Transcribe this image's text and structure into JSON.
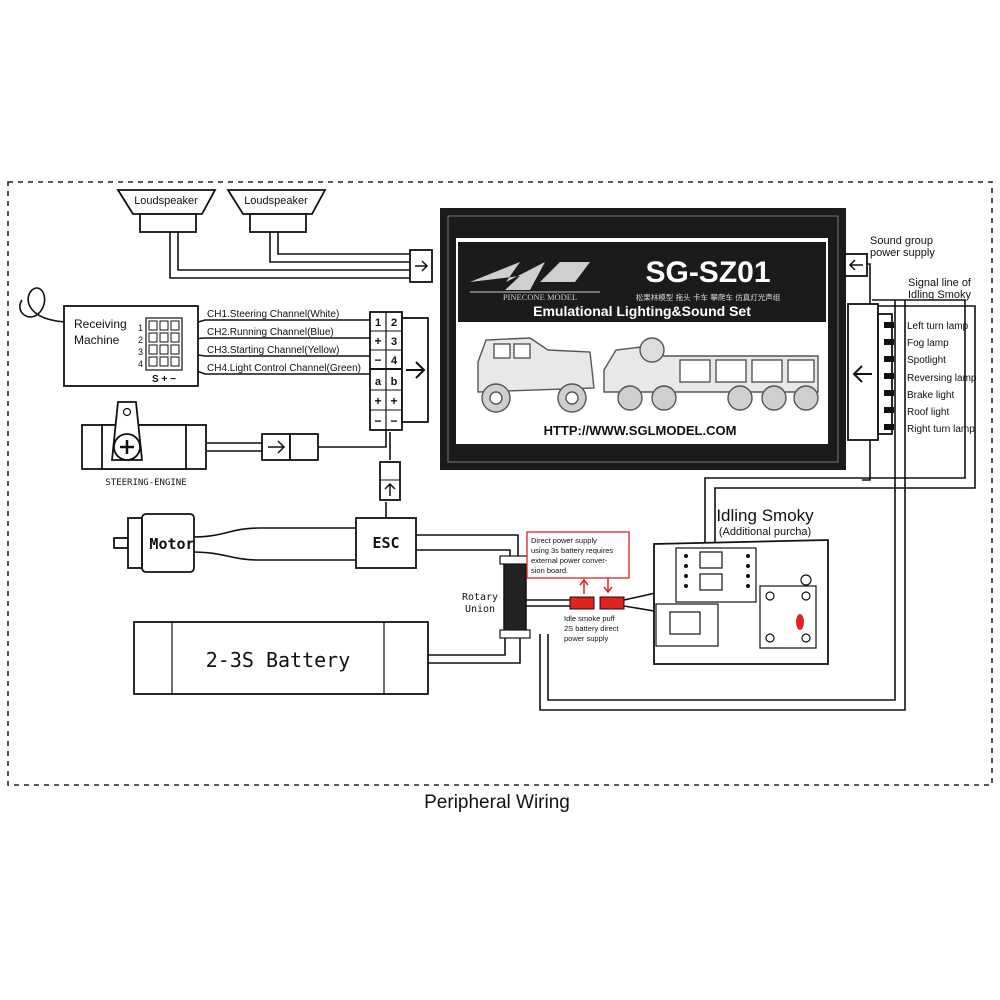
{
  "module": {
    "model": "SG-SZ01",
    "brand": "PINECONE MODEL",
    "cn_subtitle": "松果林模型 拖头 卡车 攀爬车 仿真灯光声组",
    "subtitle": "Emulational Lighting&Sound Set",
    "url": "HTTP://WWW.SGLMODEL.COM"
  },
  "speakers": [
    {
      "label": "Loudspeaker"
    },
    {
      "label": "Loudspeaker"
    }
  ],
  "receiver": {
    "label_line1": "Receiving",
    "label_line2": "Machine",
    "pins": [
      "1",
      "2",
      "3",
      "4"
    ],
    "polarity": "S + −"
  },
  "channels": [
    {
      "label": "CH1.Steering Channel(White)"
    },
    {
      "label": "CH2.Running Channel(Blue)"
    },
    {
      "label": "CH3.Starting Channel(Yellow)"
    },
    {
      "label": "CH4.Light Control Channel(Green)"
    }
  ],
  "connector_pins": {
    "upper": [
      "1",
      "2",
      "+",
      "3",
      "−",
      "4"
    ],
    "lower": [
      "a",
      "b",
      "+",
      "+",
      "−",
      "−"
    ]
  },
  "steering_engine": {
    "label": "STEERING-ENGINE"
  },
  "motor": {
    "label": "Motor"
  },
  "esc": {
    "label": "ESC"
  },
  "battery": {
    "label": "2-3S Battery"
  },
  "rotary_union": {
    "line1": "Rotary",
    "line2": "Union"
  },
  "sound_power": {
    "line1": "Sound group",
    "line2": "power supply"
  },
  "signal_line": {
    "line1": "Signal line of",
    "line2": "Idling Smoky"
  },
  "lamps": [
    {
      "label": "Left turn lamp"
    },
    {
      "label": "Fog lamp"
    },
    {
      "label": "Spotlight"
    },
    {
      "label": "Reversing lamp"
    },
    {
      "label": "Brake light"
    },
    {
      "label": "Roof light"
    },
    {
      "label": "Right turn lamp"
    }
  ],
  "idling": {
    "title": "Idling Smoky",
    "subtitle": "(Additional purcha)"
  },
  "note_power": {
    "lines": [
      "Direct power supply",
      "using 3s battery requires",
      "external power conver-",
      "sion board."
    ]
  },
  "note_puff": {
    "lines": [
      "Idle smoke puff",
      "2S battery direct",
      "power supply"
    ]
  },
  "footer": {
    "caption": "Peripheral Wiring"
  },
  "colors": {
    "accent_red": "#e0231e",
    "line": "#111111",
    "panel": "#1b1b1b"
  }
}
